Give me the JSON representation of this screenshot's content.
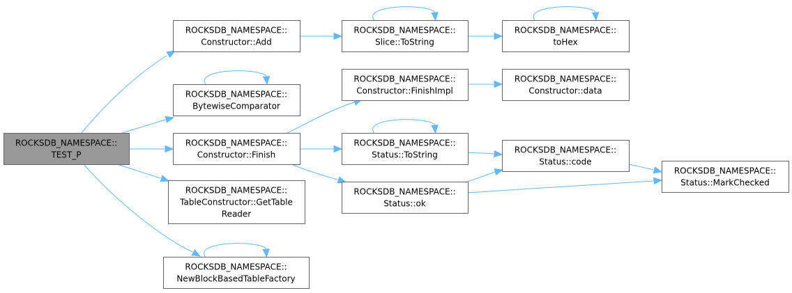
{
  "graph": {
    "nodes": [
      {
        "id": "test_p",
        "lines": [
          "ROCKSDB_NAMESPACE::",
          "TEST_P"
        ],
        "root": true
      },
      {
        "id": "constructor_add",
        "lines": [
          "ROCKSDB_NAMESPACE::",
          "Constructor::Add"
        ]
      },
      {
        "id": "bytewise_comparator",
        "lines": [
          "ROCKSDB_NAMESPACE::",
          "BytewiseComparator"
        ]
      },
      {
        "id": "constructor_finish",
        "lines": [
          "ROCKSDB_NAMESPACE::",
          "Constructor::Finish"
        ]
      },
      {
        "id": "get_table_reader",
        "lines": [
          "ROCKSDB_NAMESPACE::",
          "TableConstructor::GetTable",
          "Reader"
        ]
      },
      {
        "id": "new_block_based_table_factory",
        "lines": [
          "ROCKSDB_NAMESPACE::",
          "NewBlockBasedTableFactory"
        ]
      },
      {
        "id": "slice_tostring",
        "lines": [
          "ROCKSDB_NAMESPACE::",
          "Slice::ToString"
        ]
      },
      {
        "id": "finish_impl",
        "lines": [
          "ROCKSDB_NAMESPACE::",
          "Constructor::FinishImpl"
        ]
      },
      {
        "id": "status_tostring",
        "lines": [
          "ROCKSDB_NAMESPACE::",
          "Status::ToString"
        ]
      },
      {
        "id": "status_ok",
        "lines": [
          "ROCKSDB_NAMESPACE::",
          "Status::ok"
        ]
      },
      {
        "id": "tohex",
        "lines": [
          "ROCKSDB_NAMESPACE::",
          "toHex"
        ]
      },
      {
        "id": "constructor_data",
        "lines": [
          "ROCKSDB_NAMESPACE::",
          "Constructor::data"
        ]
      },
      {
        "id": "status_code",
        "lines": [
          "ROCKSDB_NAMESPACE::",
          "Status::code"
        ]
      },
      {
        "id": "mark_checked",
        "lines": [
          "ROCKSDB_NAMESPACE::",
          "Status::MarkChecked"
        ]
      }
    ],
    "edges": [
      {
        "from": "test_p",
        "to": "constructor_add"
      },
      {
        "from": "test_p",
        "to": "bytewise_comparator"
      },
      {
        "from": "test_p",
        "to": "constructor_finish"
      },
      {
        "from": "test_p",
        "to": "get_table_reader"
      },
      {
        "from": "test_p",
        "to": "new_block_based_table_factory"
      },
      {
        "from": "constructor_add",
        "to": "slice_tostring"
      },
      {
        "from": "slice_tostring",
        "to": "tohex"
      },
      {
        "from": "constructor_finish",
        "to": "finish_impl"
      },
      {
        "from": "constructor_finish",
        "to": "status_tostring"
      },
      {
        "from": "constructor_finish",
        "to": "status_ok"
      },
      {
        "from": "finish_impl",
        "to": "constructor_data"
      },
      {
        "from": "status_tostring",
        "to": "status_code"
      },
      {
        "from": "status_ok",
        "to": "status_code"
      },
      {
        "from": "status_ok",
        "to": "mark_checked"
      },
      {
        "from": "status_code",
        "to": "mark_checked"
      },
      {
        "from": "bytewise_comparator",
        "to": "bytewise_comparator"
      },
      {
        "from": "new_block_based_table_factory",
        "to": "new_block_based_table_factory"
      },
      {
        "from": "slice_tostring",
        "to": "slice_tostring"
      },
      {
        "from": "tohex",
        "to": "tohex"
      },
      {
        "from": "status_tostring",
        "to": "status_tostring"
      }
    ]
  },
  "colors": {
    "edge": "#63b8ff",
    "node_border": "#666666",
    "root_fill": "#999999",
    "node_fill": "#ffffff"
  }
}
